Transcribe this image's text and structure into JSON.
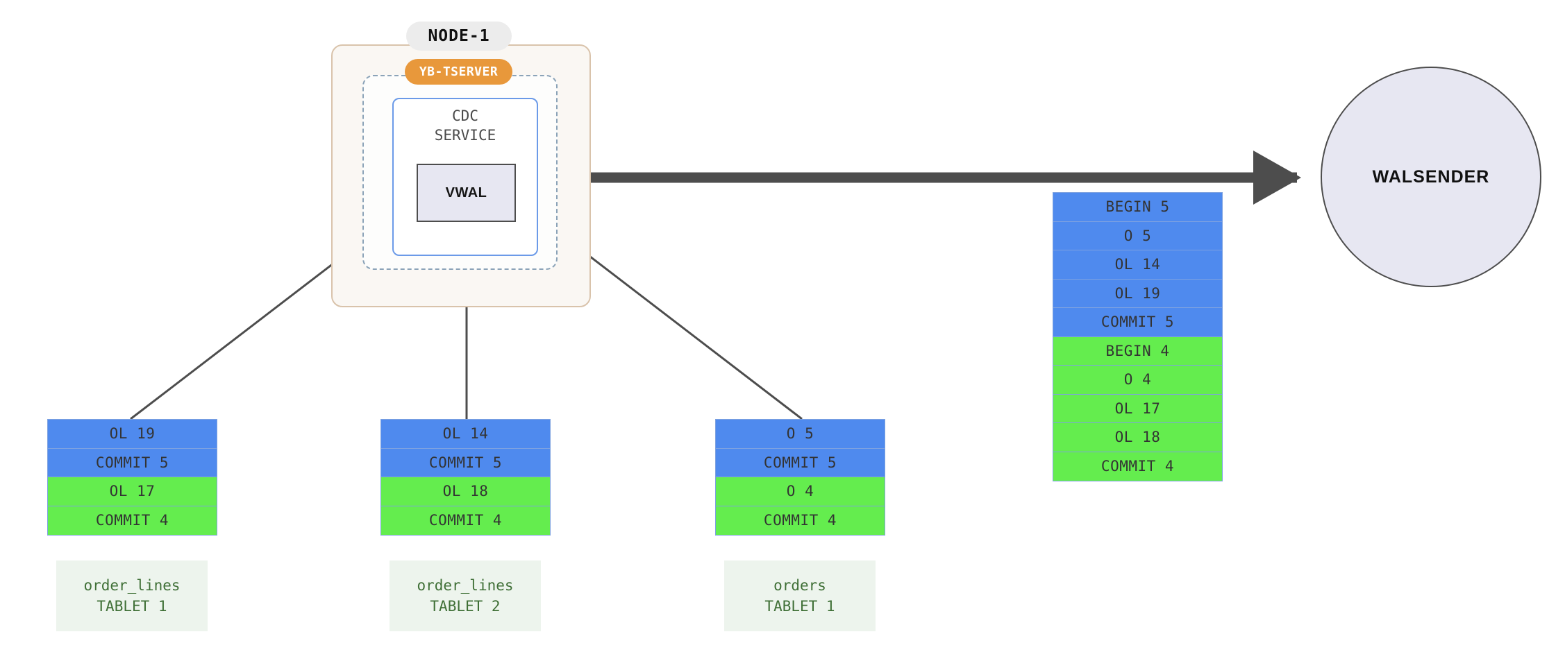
{
  "diagram": {
    "node": {
      "label": "NODE-1",
      "tserver_label": "YB-TSERVER",
      "cdc_label": "CDC\nSERVICE",
      "vwal_label": "VWAL"
    },
    "walsender": {
      "label": "WALSENDER"
    },
    "colors": {
      "txn5_blue": "#4f8aee",
      "txn4_green": "#64ed4e",
      "node_border": "#d9c3ab",
      "node_fill": "#faf7f3",
      "tserver_badge": "#e8983b",
      "cdc_border": "#6b9ae8",
      "vwal_fill": "#e7e7f2",
      "arrow": "#4d4d4d",
      "tablet_label_fill": "#edf4ed",
      "tablet_label_text": "#3f6f36",
      "row_border": "#7ea2e0"
    },
    "tablets": [
      {
        "name": "order_lines",
        "tablet": "TABLET 1",
        "caption": "order_lines\nTABLET 1",
        "records": [
          {
            "label": "OL 19",
            "txn": 5,
            "color": "blue"
          },
          {
            "label": "COMMIT 5",
            "txn": 5,
            "color": "blue"
          },
          {
            "label": "OL 17",
            "txn": 4,
            "color": "green"
          },
          {
            "label": "COMMIT 4",
            "txn": 4,
            "color": "green"
          }
        ]
      },
      {
        "name": "order_lines",
        "tablet": "TABLET 2",
        "caption": "order_lines\nTABLET 2",
        "records": [
          {
            "label": "OL 14",
            "txn": 5,
            "color": "blue"
          },
          {
            "label": "COMMIT 5",
            "txn": 5,
            "color": "blue"
          },
          {
            "label": "OL 18",
            "txn": 4,
            "color": "green"
          },
          {
            "label": "COMMIT 4",
            "txn": 4,
            "color": "green"
          }
        ]
      },
      {
        "name": "orders",
        "tablet": "TABLET 1",
        "caption": "orders\nTABLET 1",
        "records": [
          {
            "label": "O 5",
            "txn": 5,
            "color": "blue"
          },
          {
            "label": "COMMIT 5",
            "txn": 5,
            "color": "blue"
          },
          {
            "label": "O 4",
            "txn": 4,
            "color": "green"
          },
          {
            "label": "COMMIT 4",
            "txn": 4,
            "color": "green"
          }
        ]
      }
    ],
    "vwal_stream": {
      "records": [
        {
          "label": "BEGIN 5",
          "txn": 5,
          "color": "blue"
        },
        {
          "label": "O 5",
          "txn": 5,
          "color": "blue"
        },
        {
          "label": "OL 14",
          "txn": 5,
          "color": "blue"
        },
        {
          "label": "OL 19",
          "txn": 5,
          "color": "blue"
        },
        {
          "label": "COMMIT 5",
          "txn": 5,
          "color": "blue"
        },
        {
          "label": "BEGIN 4",
          "txn": 4,
          "color": "green"
        },
        {
          "label": "O 4",
          "txn": 4,
          "color": "green"
        },
        {
          "label": "OL 17",
          "txn": 4,
          "color": "green"
        },
        {
          "label": "OL 18",
          "txn": 4,
          "color": "green"
        },
        {
          "label": "COMMIT 4",
          "txn": 4,
          "color": "green"
        }
      ]
    },
    "arrows": [
      {
        "name": "tablet-1-to-vwal",
        "from": "order_lines TABLET 1",
        "to": "VWAL",
        "style": "thin"
      },
      {
        "name": "tablet-2-to-vwal",
        "from": "order_lines TABLET 2",
        "to": "VWAL",
        "style": "thin"
      },
      {
        "name": "tablet-3-to-vwal",
        "from": "orders TABLET 1",
        "to": "VWAL",
        "style": "thin"
      },
      {
        "name": "vwal-to-walsender",
        "from": "VWAL",
        "to": "WALSENDER",
        "style": "thick"
      }
    ]
  }
}
